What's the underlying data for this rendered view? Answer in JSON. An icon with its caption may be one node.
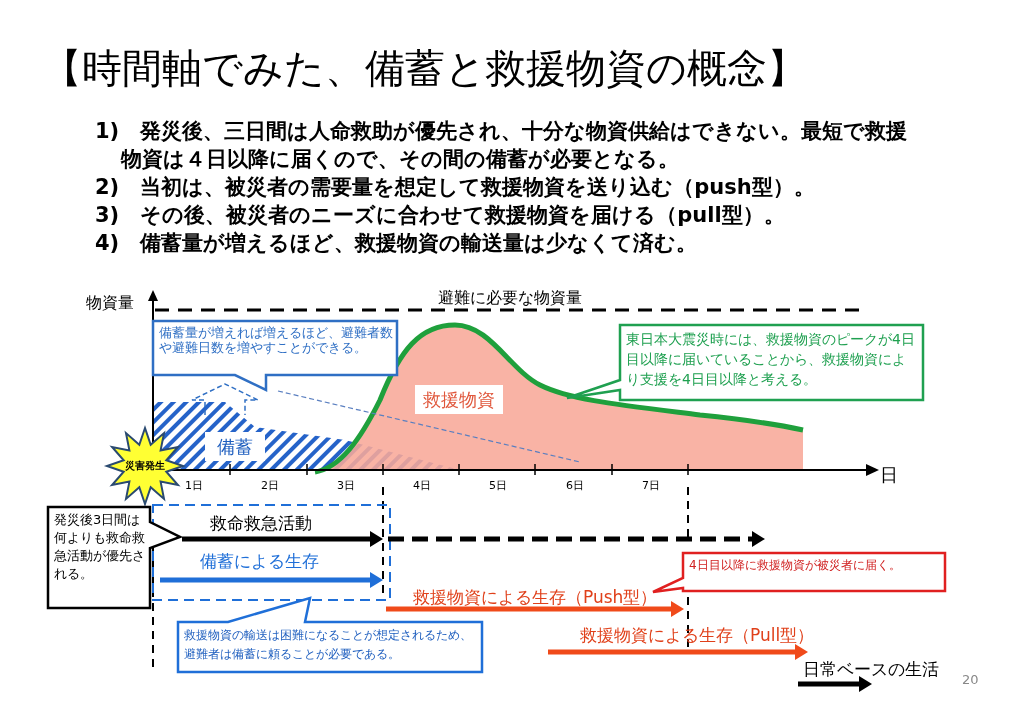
{
  "diagram": {
    "title": "【時間軸でみた、備蓄と救援物資の概念】",
    "nodes": [
      {
        "text": [
          "災害発生"
        ]
      },
      {
        "text": [
          "備蓄量が増えれば増えるほど、避難者数や避難日数を増やすことができる。"
        ]
      },
      {
        "text": [
          "東日本大震災時には、救援物資のピークが4日目以降に届いていることから、救援物資により支援を4日目以降と考える。"
        ]
      },
      {
        "text": [
          "発災後3日間は何よりも救命救急活動が優先される。"
        ]
      },
      {
        "text": [
          "4日目以降に救援物資が被災者に届く。"
        ]
      },
      {
        "text": [
          "救援物資の輸送は困難になることが想定されるため、避難者は備蓄に頼ることが必要である。"
        ]
      }
    ],
    "labels": [
      "1)　発災後、三日間は人命救助が優先され、十分な物資供給はできない。最短で救援物資は４日以降に届くので、その間の備蓄が必要となる。",
      "2)　当初は、被災者の需要量を想定して救援物資を送り込む（push型）。",
      "3)　その後、被災者のニーズに合わせて救援物資を届ける（pull型）。",
      "4)　備蓄量が増えるほど、救援物資の輸送量は少なくて済む。",
      "物資量",
      "避難に必要な物資量",
      "救援物資",
      "備蓄",
      "日",
      "1日",
      "2日",
      "3日",
      "4日",
      "5日",
      "6日",
      "7日",
      "救命救急活動",
      "備蓄による生存",
      "救援物資による生存（Push型）",
      "救援物資による生存（Pull型）",
      "日常ベースの生活",
      "20"
    ]
  }
}
